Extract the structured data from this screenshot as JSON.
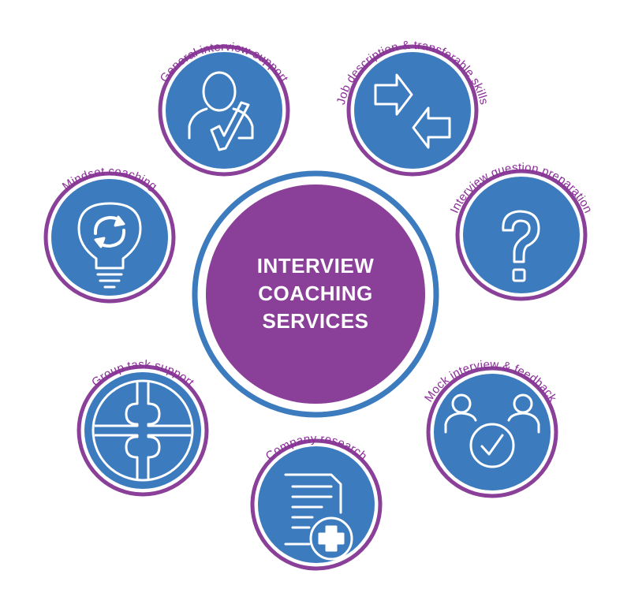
{
  "colors": {
    "purple": "#8a3f98",
    "purple_ring": "#8a3f98",
    "blue": "#3d7bbf",
    "blue_ring": "#3d7bbf",
    "label": "#8a2f97",
    "icon_stroke": "#ffffff"
  },
  "center": {
    "line1": "INTERVIEW",
    "line2": "COACHING",
    "line3": "SERVICES"
  },
  "services": [
    {
      "label": "General interview support",
      "icon": "person-check-icon"
    },
    {
      "label": "Job description & transferable skills",
      "icon": "arrows-exchange-icon"
    },
    {
      "label": "Interview question preparation",
      "icon": "question-mark-icon"
    },
    {
      "label": "Mock interview & feedback",
      "icon": "people-check-icon"
    },
    {
      "label": "Company research",
      "icon": "document-plus-icon"
    },
    {
      "label": "Group task support",
      "icon": "puzzle-icon"
    },
    {
      "label": "Mindset coaching",
      "icon": "lightbulb-refresh-icon"
    }
  ]
}
